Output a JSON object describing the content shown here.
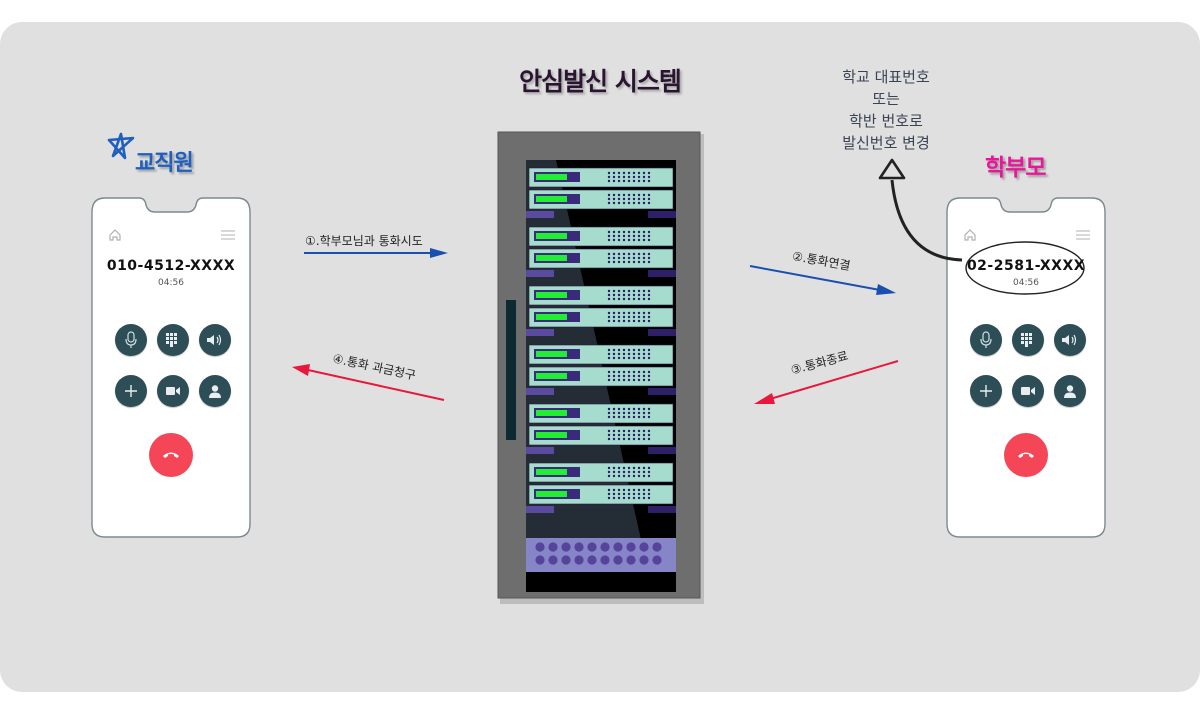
{
  "diagram": {
    "system_title": "안심발신 시스템",
    "staff": {
      "title": "교직원",
      "phone_number": "010-4512-XXXX",
      "call_time": "04:56"
    },
    "parent": {
      "title": "학부모",
      "phone_number": "02-2581-XXXX",
      "call_time": "04:56"
    },
    "note_lines": [
      "학교 대표번호",
      "또는",
      "학반 번호로",
      "발신번호 변경"
    ],
    "steps": [
      {
        "label": "①.학부모님과 통화시도",
        "direction": "staff-to-system",
        "color": "#1a4fb0"
      },
      {
        "label": "②.통화연결",
        "direction": "system-to-parent",
        "color": "#1a4fb0"
      },
      {
        "label": "③.통화종료",
        "direction": "parent-to-system",
        "color": "#e8183c"
      },
      {
        "label": "④.통화 과금청구",
        "direction": "system-to-staff",
        "color": "#e8183c"
      }
    ],
    "phone_buttons": [
      "mute",
      "keypad",
      "speaker",
      "add-call",
      "video",
      "contacts"
    ],
    "colors": {
      "staff_accent": "#1f5fc0",
      "parent_accent": "#e8179a",
      "call_button": "#2d4d57",
      "end_call": "#f44656"
    }
  }
}
